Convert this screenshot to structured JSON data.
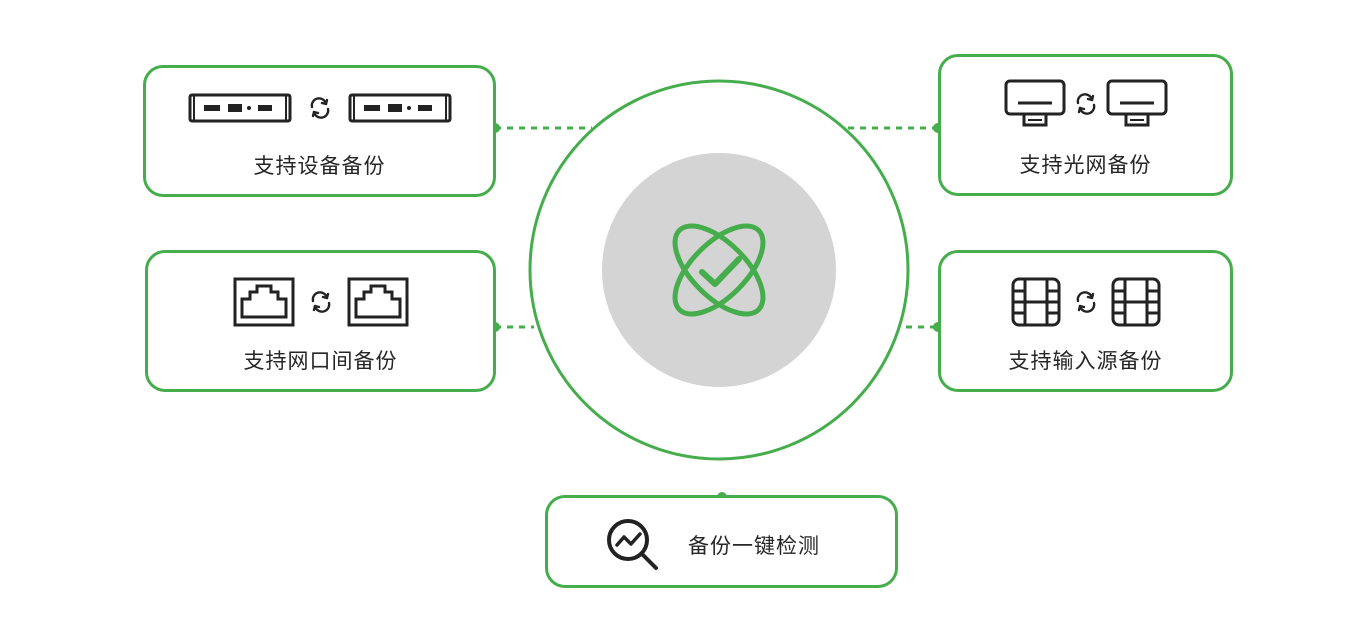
{
  "colors": {
    "accent": "#45ad4c",
    "hub_fill": "#d4d4d4",
    "icon": "#222222",
    "text": "#262626"
  },
  "hub": {
    "icon": "atom-check-icon"
  },
  "features": [
    {
      "id": "device",
      "label": "支持设备备份",
      "icon": "server-rack-icon"
    },
    {
      "id": "port",
      "label": "支持网口间备份",
      "icon": "ethernet-port-icon"
    },
    {
      "id": "fiber",
      "label": "支持光网备份",
      "icon": "monitor-icon"
    },
    {
      "id": "input",
      "label": "支持输入源备份",
      "icon": "film-strip-icon"
    }
  ],
  "detect": {
    "label": "备份一键检测",
    "icon": "magnifier-chart-icon"
  },
  "swap_icon": "swap-arrows-icon"
}
